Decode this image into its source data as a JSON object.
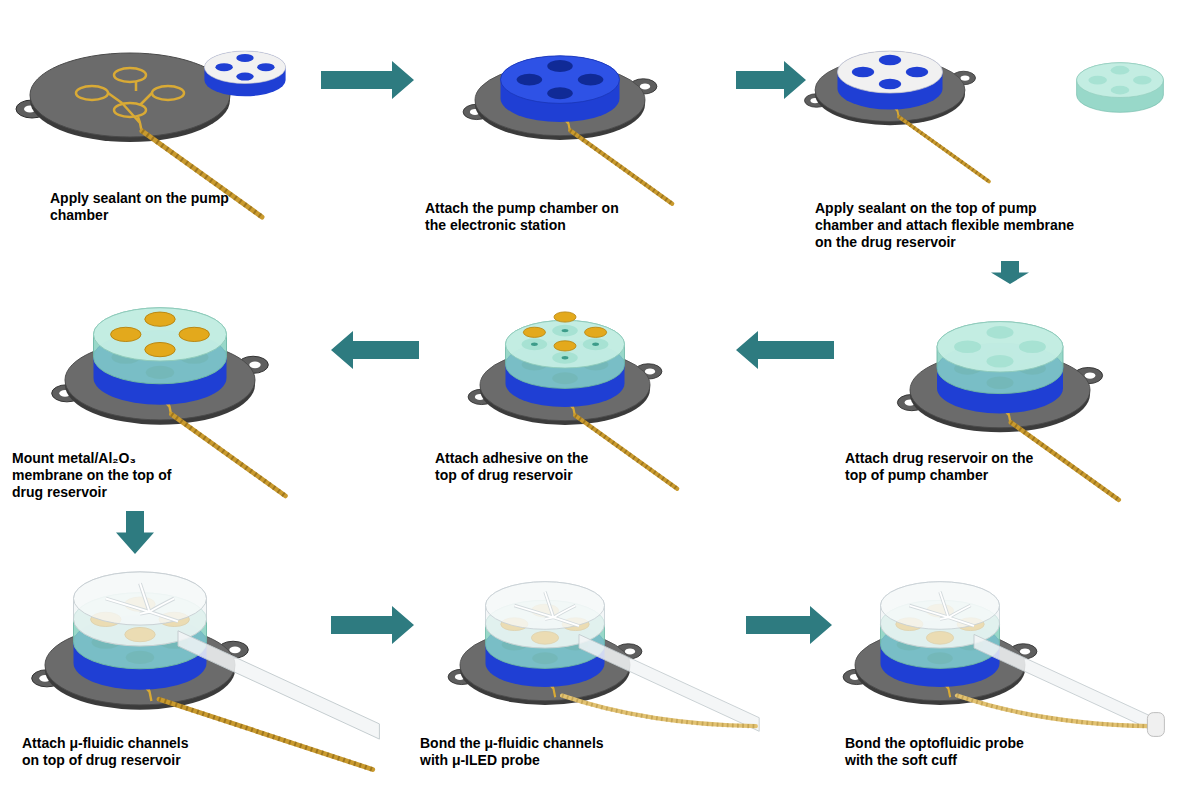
{
  "diagram": {
    "nodes": [
      {
        "text": [
          "Apply sealant on the pump chamber"
        ]
      },
      {
        "text": [
          "Attach the pump chamber on the electronic station"
        ]
      },
      {
        "text": [
          "Apply sealant on the top of pump chamber and attach flexible membrane on the drug reservoir"
        ]
      },
      {
        "text": [
          "Attach drug reservoir on the top of pump chamber"
        ]
      },
      {
        "text": [
          "Attach adhesive on the top of drug reservoir"
        ]
      },
      {
        "text": [
          "Mount metal/Al₂O₃ membrane on the top of drug reservoir"
        ]
      },
      {
        "text": [
          "Attach μ-fluidic channels on top of drug reservoir"
        ]
      },
      {
        "text": [
          "Bond the μ-fluidic channels with μ-ILED probe"
        ]
      },
      {
        "text": [
          "Bond the optofluidic probe with the soft cuff"
        ]
      }
    ],
    "edges": [
      {
        "from": 0,
        "to": 1,
        "arrow": "to"
      },
      {
        "from": 1,
        "to": 2,
        "arrow": "to"
      },
      {
        "from": 2,
        "to": 3,
        "arrow": "to"
      },
      {
        "from": 3,
        "to": 4,
        "arrow": "to"
      },
      {
        "from": 4,
        "to": 5,
        "arrow": "to"
      },
      {
        "from": 5,
        "to": 6,
        "arrow": "to"
      },
      {
        "from": 6,
        "to": 7,
        "arrow": "to"
      },
      {
        "from": 7,
        "to": 8,
        "arrow": "to"
      }
    ]
  }
}
